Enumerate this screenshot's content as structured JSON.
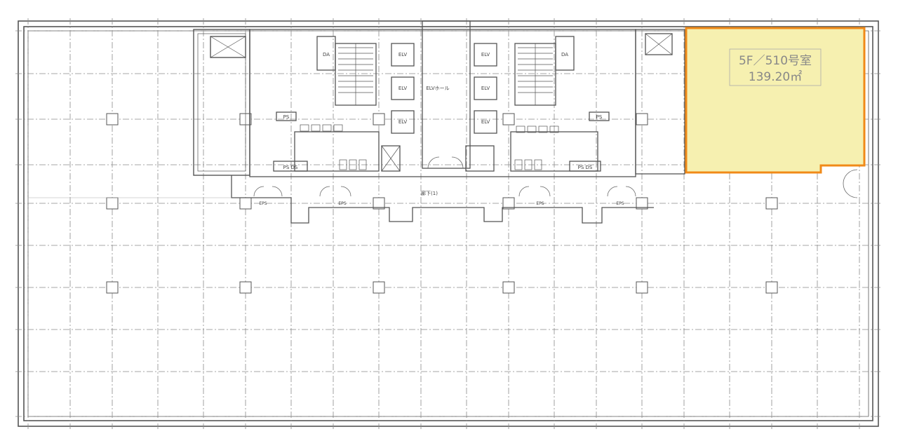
{
  "plan": {
    "highlight": {
      "unit": "5F／510号室",
      "area": "139.20㎡"
    },
    "labels": {
      "elv": "ELV",
      "elv_hall": "ELVホール",
      "corridor": "廊下(1)",
      "ps": "PS",
      "ps_ds": "PS DS",
      "eps": "EPS",
      "da": "DA"
    },
    "colors": {
      "line": "#555555",
      "highlight_fill": "#f6f0b0",
      "highlight_stroke": "#f08a18"
    }
  }
}
